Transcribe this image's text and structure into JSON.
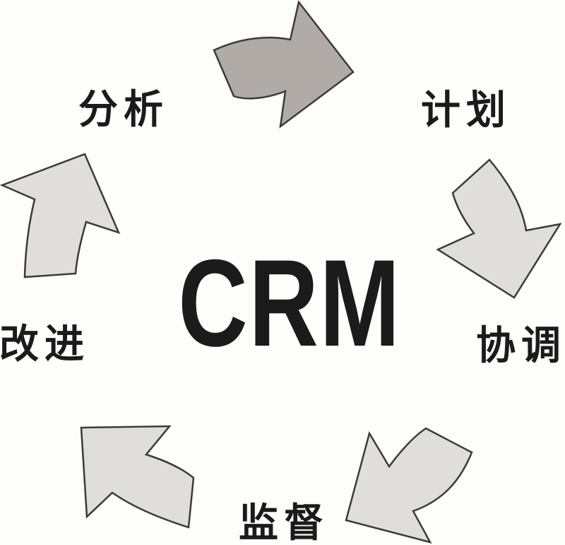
{
  "diagram": {
    "center_title": "CRM",
    "labels": {
      "analysis": "分析",
      "plan": "计划",
      "coordinate": "协调",
      "supervise": "监督",
      "improve": "改进"
    },
    "cycle_order": [
      "分析",
      "计划",
      "协调",
      "监督",
      "改进"
    ],
    "arrows": [
      {
        "name": "arrow-analysis-to-plan",
        "direction": "right",
        "from": "分析",
        "to": "计划"
      },
      {
        "name": "arrow-plan-to-coordinate",
        "direction": "down",
        "from": "计划",
        "to": "协调"
      },
      {
        "name": "arrow-coordinate-to-supervise",
        "direction": "down-left",
        "from": "协调",
        "to": "监督"
      },
      {
        "name": "arrow-supervise-to-improve",
        "direction": "up-left",
        "from": "监督",
        "to": "改进"
      },
      {
        "name": "arrow-improve-to-analysis",
        "direction": "up",
        "from": "改进",
        "to": "分析"
      }
    ],
    "colors": {
      "background": "#fdfdfc",
      "text": "#1b1b1b",
      "arrow_dark_fill": "#b1abа8",
      "arrow_dark_fill_hex": "#b1aba8",
      "arrow_light_fill": "#e0dedc",
      "arrow_stroke": "#3d3a39"
    }
  }
}
